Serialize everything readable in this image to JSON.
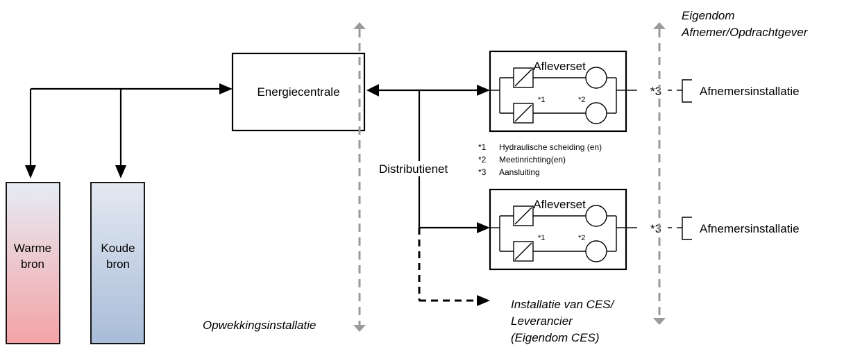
{
  "texts": {
    "energiecentrale": "Energiecentrale",
    "warme_line1": "Warme",
    "warme_line2": "bron",
    "koude_line1": "Koude",
    "koude_line2": "bron",
    "distributienet": "Distributienet",
    "opwekkingsinstallatie": "Opwekkingsinstallatie",
    "eigendom_line1": "Eigendom",
    "eigendom_line2": "Afnemer/Opdrachtgever",
    "ces_line1": "Installatie van CES/",
    "ces_line2": "Leverancier",
    "ces_line3": "(Eigendom CES)",
    "afleverset": "Afleverset",
    "marker1": "*1",
    "marker2": "*2",
    "marker3": "*3",
    "afnemersinstallatie": "Afnemersinstallatie"
  },
  "legend": [
    {
      "marker": "*1",
      "text": "Hydraulische scheiding (en)"
    },
    {
      "marker": "*2",
      "text": "Meetinrichting(en)"
    },
    {
      "marker": "*3",
      "text": "Aansluiting"
    }
  ],
  "colors": {
    "warme_top": "#e6ecf5",
    "warme_bottom": "#f3a3a6",
    "koude_top": "#e4e9f2",
    "koude_bottom": "#a8bcd8",
    "boundary_dash": "#9a9a9a"
  }
}
